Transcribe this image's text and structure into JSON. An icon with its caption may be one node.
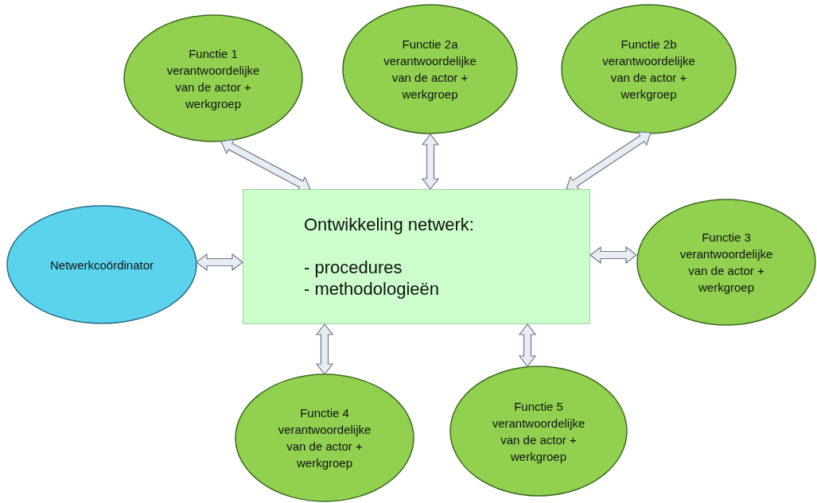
{
  "diagram": {
    "nodes": [
      {
        "text": [
          "Functie 1",
          "verantwoordelijke van de actor +  werkgroep"
        ]
      },
      {
        "text": [
          "Functie 2a",
          "verantwoordelijke van de actor + werkgroep"
        ]
      },
      {
        "text": [
          "Functie 2b",
          "verantwoordelijke van de actor + werkgroep"
        ]
      },
      {
        "text": [
          "Netwerkcoördinator"
        ]
      },
      {
        "text": [
          "Ontwikkeling netwerk:",
          "- procedures",
          "- methodologieën"
        ]
      },
      {
        "text": [
          "Functie 3",
          "verantwoordelijke van de actor + werkgroep"
        ]
      },
      {
        "text": [
          "Functie 4",
          "verantwoordelijke van de actor  + werkgroep"
        ]
      },
      {
        "text": [
          "Functie 5",
          "verantwoordelijke van de actor + werkgroep"
        ]
      }
    ],
    "edges": [
      {
        "from": 4,
        "to": 0,
        "arrow": "both"
      },
      {
        "from": 4,
        "to": 1,
        "arrow": "both"
      },
      {
        "from": 4,
        "to": 2,
        "arrow": "both"
      },
      {
        "from": 4,
        "to": 3,
        "arrow": "both"
      },
      {
        "from": 4,
        "to": 5,
        "arrow": "both"
      },
      {
        "from": 4,
        "to": 6,
        "arrow": "both"
      },
      {
        "from": 4,
        "to": 7,
        "arrow": "both"
      }
    ]
  }
}
